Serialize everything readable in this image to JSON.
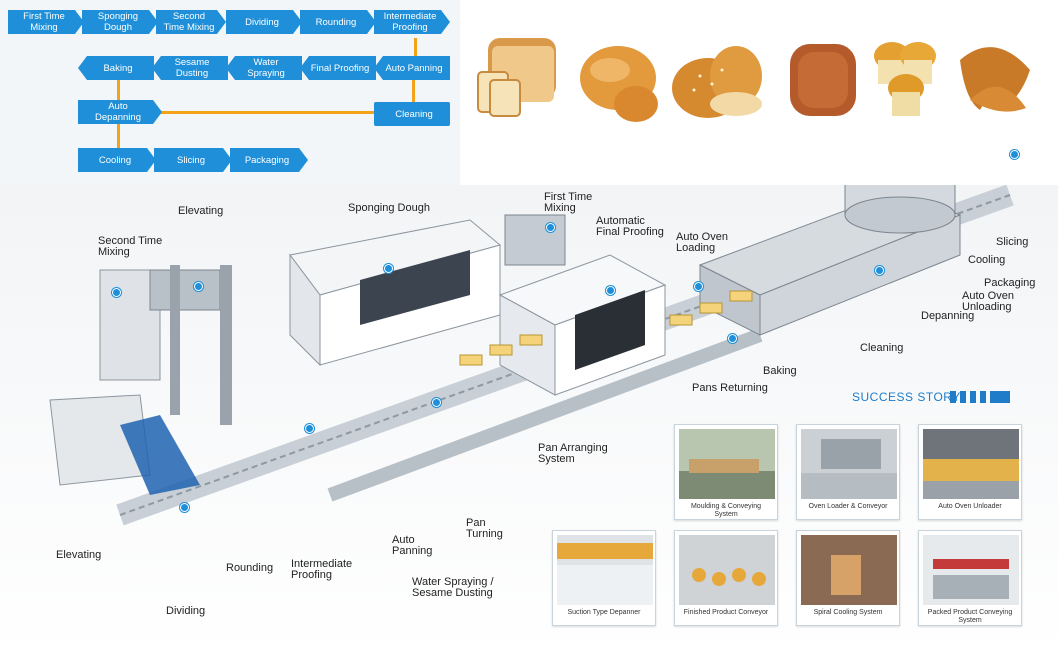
{
  "flow": {
    "row1": [
      "First Time Mixing",
      "Sponging Dough",
      "Second Time Mixing",
      "Dividing",
      "Rounding",
      "Intermediate Proofing"
    ],
    "row2": [
      "Baking",
      "Sesame Dusting",
      "Water Spraying",
      "Final Proofing",
      "Auto Panning"
    ],
    "row3": [
      "Auto Depanning",
      "Cleaning"
    ],
    "row4": [
      "Cooling",
      "Slicing",
      "Packaging"
    ]
  },
  "products": [
    "toast-bread-icon",
    "hotdog-bun-icon",
    "burger-bun-icon",
    "bread-roll-icon",
    "muffin-icon",
    "croissant-icon"
  ],
  "line_labels": {
    "elevating_top": "Elevating",
    "second_time_mixing": "Second Time Mixing",
    "sponging_dough": "Sponging Dough",
    "first_time_mixing": "First Time Mixing",
    "automatic_final_proofing": "Automatic Final Proofing",
    "auto_oven_loading": "Auto Oven Loading",
    "slicing": "Slicing",
    "cooling": "Cooling",
    "packaging": "Packaging",
    "auto_oven_unloading": "Auto Oven Unloading",
    "depanning": "Depanning",
    "cleaning": "Cleaning",
    "baking": "Baking",
    "pans_returning": "Pans Returning",
    "pan_arranging_system": "Pan Arranging System",
    "pan_turning": "Pan Turning",
    "auto_panning": "Auto Panning",
    "water_spraying": "Water Spraying / Sesame Dusting",
    "intermediate_proofing": "Intermediate Proofing",
    "rounding": "Rounding",
    "dividing": "Dividing",
    "elevating_bottom": "Elevating"
  },
  "success": {
    "title": "SUCCESS STORY",
    "cards": [
      "Moulding & Conveying System",
      "Oven Loader & Conveyor",
      "Auto Oven Unloader",
      "Suction Type Depanner",
      "Finished Product Conveyor",
      "Spiral Cooling System",
      "Packed Product Conveying System"
    ]
  },
  "colors": {
    "accent": "#1e8fd8",
    "connector": "#f5a21b",
    "title": "#1e7cc8"
  }
}
